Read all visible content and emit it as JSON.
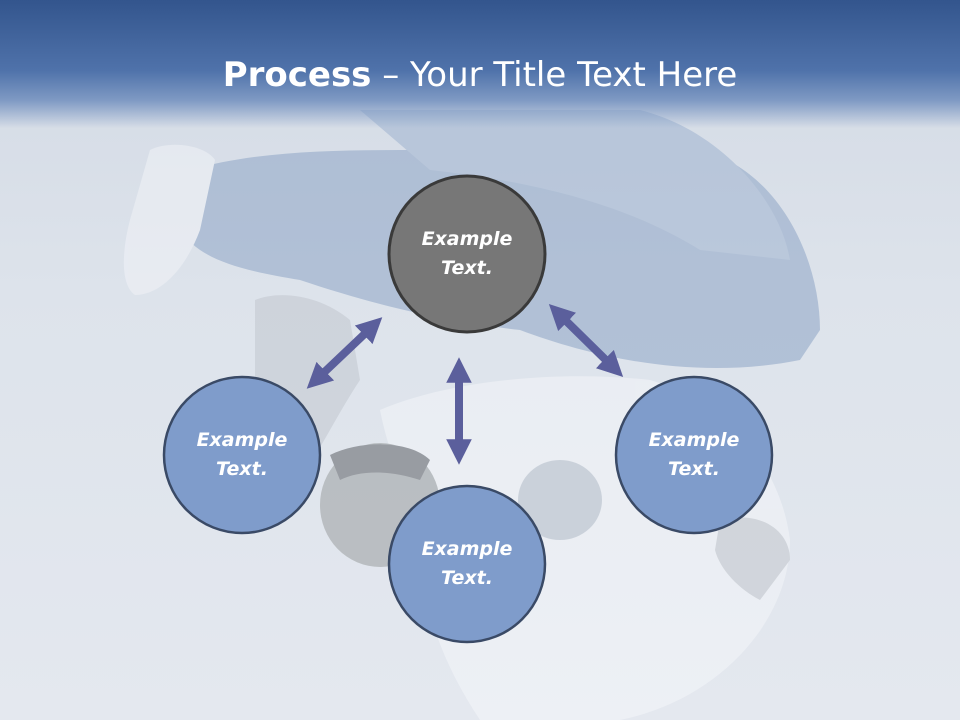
{
  "title": {
    "bold": "Process",
    "rest": " – Your Title Text Here"
  },
  "nodes": [
    {
      "label_line1": "Example",
      "label_line2": "Text."
    },
    {
      "label_line1": "Example",
      "label_line2": "Text."
    },
    {
      "label_line1": "Example",
      "label_line2": "Text."
    },
    {
      "label_line1": "Example",
      "label_line2": "Text."
    }
  ],
  "colors": {
    "header": "#33558d",
    "top_circle_fill": "#777777",
    "circle_fill": "#7f9ccb",
    "circle_outline": "#3a4a66",
    "arrow": "#5b5f9c"
  }
}
